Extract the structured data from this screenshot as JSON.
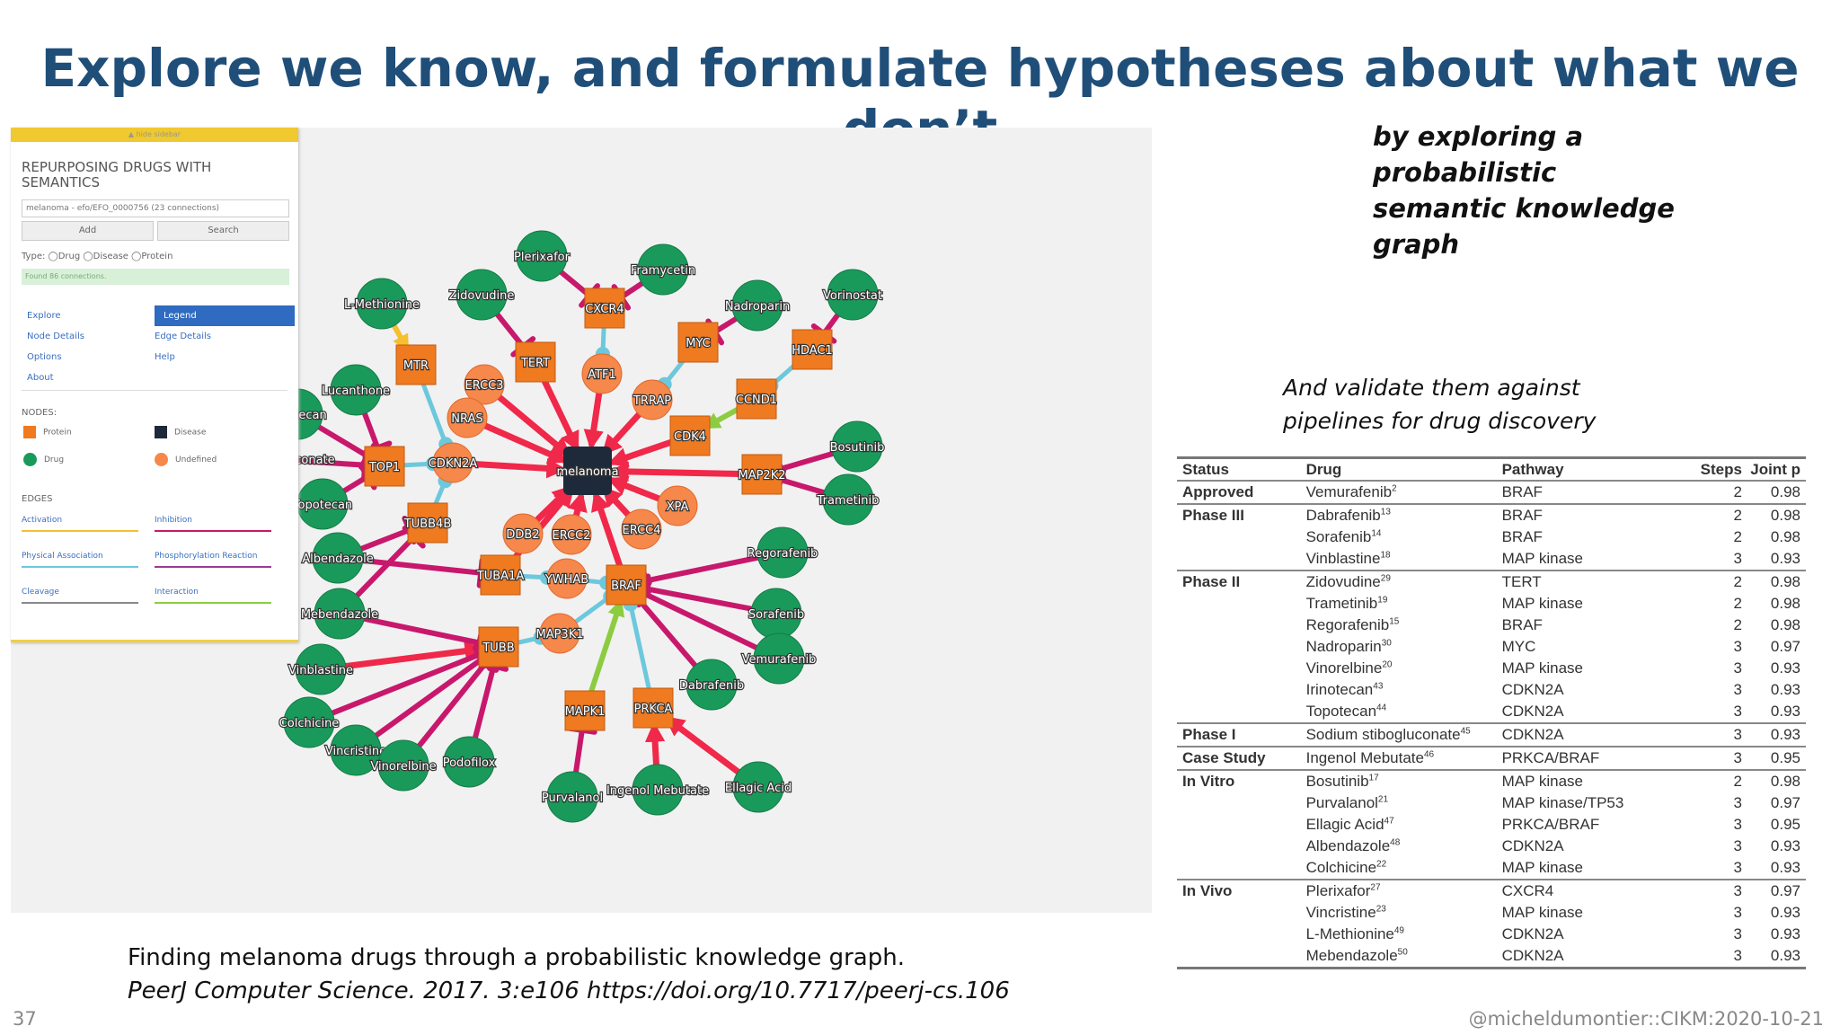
{
  "slide": {
    "title": "Explore we know, and formulate hypotheses about what we don’t",
    "subtitle_line1": "by exploring a probabilistic",
    "subtitle_line2": "semantic knowledge graph",
    "validate_line1": "And validate them against",
    "validate_line2": "pipelines for drug discovery",
    "citation_line1": "Finding melanoma drugs through a probabilistic knowledge graph.",
    "citation_line2": "PeerJ Computer Science. 2017. 3:e106 https://doi.org/10.7717/peerj-cs.106",
    "page_number": "37",
    "footer_handle": "@micheldumontier::CIKM:2020-10-21"
  },
  "app_panel": {
    "header_strip": "▲ hide sidebar",
    "heading": "REPURPOSING DRUGS WITH SEMANTICS",
    "search_value": "melanoma - efo/EFO_0000756 (23 connections)",
    "add_label": "Add",
    "search_label": "Search",
    "type_label": "Type:",
    "type_options": [
      "Drug",
      "Disease",
      "Protein"
    ],
    "found_text": "Found 86 connections.",
    "nav_left": [
      "Explore",
      "Node Details",
      "Options",
      "About"
    ],
    "nav_right": [
      "Legend",
      "Edge Details",
      "Help"
    ],
    "nodes_heading": "NODES:",
    "node_legend": [
      "Protein",
      "Disease",
      "Drug",
      "Undefined"
    ],
    "edges_heading": "EDGES",
    "edge_legend": [
      "Activation",
      "Inhibition",
      "Physical Association",
      "Phosphorylation Reaction",
      "Cleavage",
      "Interaction"
    ]
  },
  "graph": {
    "colors": {
      "protein": "#f07a20",
      "drug": "#1a9a5a",
      "disease": "#1e2a3a",
      "undefined": "#f5884a",
      "activation": "#f0284a",
      "inhibition": "#c8186c",
      "physical": "#6cc8dc",
      "yellow": "#f5c030",
      "green": "#8ccc40"
    },
    "nodes": [
      {
        "id": "melanoma",
        "label": "melanoma",
        "kind": "disease"
      },
      {
        "id": "CXCR4",
        "label": "CXCR4",
        "kind": "protein"
      },
      {
        "id": "MTR",
        "label": "MTR",
        "kind": "protein"
      },
      {
        "id": "TERT",
        "label": "TERT",
        "kind": "protein"
      },
      {
        "id": "MYC",
        "label": "MYC",
        "kind": "protein"
      },
      {
        "id": "HDAC1",
        "label": "HDAC1",
        "kind": "protein"
      },
      {
        "id": "CCND1",
        "label": "CCND1",
        "kind": "protein"
      },
      {
        "id": "CDK4",
        "label": "CDK4",
        "kind": "protein"
      },
      {
        "id": "TOP1",
        "label": "TOP1",
        "kind": "protein"
      },
      {
        "id": "MAP2K2",
        "label": "MAP2K2",
        "kind": "protein"
      },
      {
        "id": "TUBB4B",
        "label": "TUBB4B",
        "kind": "protein"
      },
      {
        "id": "TUBA1A",
        "label": "TUBA1A",
        "kind": "protein"
      },
      {
        "id": "BRAF",
        "label": "BRAF",
        "kind": "protein"
      },
      {
        "id": "TUBB",
        "label": "TUBB",
        "kind": "protein"
      },
      {
        "id": "MAPK1",
        "label": "MAPK1",
        "kind": "protein"
      },
      {
        "id": "PRKCA",
        "label": "PRKCA",
        "kind": "protein"
      },
      {
        "id": "ATF1",
        "label": "ATF1",
        "kind": "undefined"
      },
      {
        "id": "ERCC3",
        "label": "ERCC3",
        "kind": "undefined"
      },
      {
        "id": "NRAS",
        "label": "NRAS",
        "kind": "undefined"
      },
      {
        "id": "TRRAP",
        "label": "TRRAP",
        "kind": "undefined"
      },
      {
        "id": "CDKN2A",
        "label": "CDKN2A",
        "kind": "undefined"
      },
      {
        "id": "XPA",
        "label": "XPA",
        "kind": "undefined"
      },
      {
        "id": "DDB2",
        "label": "DDB2",
        "kind": "undefined"
      },
      {
        "id": "ERCC2",
        "label": "ERCC2",
        "kind": "undefined"
      },
      {
        "id": "ERCC4",
        "label": "ERCC4",
        "kind": "undefined"
      },
      {
        "id": "YWHAB",
        "label": "YWHAB",
        "kind": "undefined"
      },
      {
        "id": "MAP3K1",
        "label": "MAP3K1",
        "kind": "undefined"
      },
      {
        "id": "Plerixafor",
        "label": "Plerixafor",
        "kind": "drug"
      },
      {
        "id": "Framycetin",
        "label": "Framycetin",
        "kind": "drug"
      },
      {
        "id": "Zidovudine",
        "label": "Zidovudine",
        "kind": "drug"
      },
      {
        "id": "L-Methionine",
        "label": "L-Methionine",
        "kind": "drug"
      },
      {
        "id": "Nadroparin",
        "label": "Nadroparin",
        "kind": "drug"
      },
      {
        "id": "Vorinostat",
        "label": "Vorinostat",
        "kind": "drug"
      },
      {
        "id": "Lucanthone",
        "label": "Lucanthone",
        "kind": "drug"
      },
      {
        "id": "Irinotecan",
        "label": "Irinotecan",
        "kind": "drug"
      },
      {
        "id": "Sodium stibogluconate",
        "label": "Sodium stibogluconate",
        "kind": "drug"
      },
      {
        "id": "Topotecan",
        "label": "Topotecan",
        "kind": "drug"
      },
      {
        "id": "Bosutinib",
        "label": "Bosutinib",
        "kind": "drug"
      },
      {
        "id": "Trametinib",
        "label": "Trametinib",
        "kind": "drug"
      },
      {
        "id": "Albendazole",
        "label": "Albendazole",
        "kind": "drug"
      },
      {
        "id": "Mebendazole",
        "label": "Mebendazole",
        "kind": "drug"
      },
      {
        "id": "Regorafenib",
        "label": "Regorafenib",
        "kind": "drug"
      },
      {
        "id": "Sorafenib",
        "label": "Sorafenib",
        "kind": "drug"
      },
      {
        "id": "Vemurafenib",
        "label": "Vemurafenib",
        "kind": "drug"
      },
      {
        "id": "Dabrafenib",
        "label": "Dabrafenib",
        "kind": "drug"
      },
      {
        "id": "Vinblastine",
        "label": "Vinblastine",
        "kind": "drug"
      },
      {
        "id": "Colchicine",
        "label": "Colchicine",
        "kind": "drug"
      },
      {
        "id": "Vincristine",
        "label": "Vincristine",
        "kind": "drug"
      },
      {
        "id": "Vinorelbine",
        "label": "Vinorelbine",
        "kind": "drug"
      },
      {
        "id": "Podofilox",
        "label": "Podofilox",
        "kind": "drug"
      },
      {
        "id": "Purvalanol",
        "label": "Purvalanol",
        "kind": "drug"
      },
      {
        "id": "Ingenol Mebutate",
        "label": "Ingenol Mebutate",
        "kind": "drug"
      },
      {
        "id": "Ellagic Acid",
        "label": "Ellagic Acid",
        "kind": "drug"
      }
    ],
    "edges": [
      {
        "from": "Plerixafor",
        "to": "CXCR4",
        "type": "inhibition"
      },
      {
        "from": "Framycetin",
        "to": "CXCR4",
        "type": "inhibition"
      },
      {
        "from": "CXCR4",
        "to": "ATF1",
        "type": "physical"
      },
      {
        "from": "ATF1",
        "to": "melanoma",
        "type": "activation"
      },
      {
        "from": "Zidovudine",
        "to": "TERT",
        "type": "inhibition"
      },
      {
        "from": "TERT",
        "to": "melanoma",
        "type": "activation"
      },
      {
        "from": "L-Methionine",
        "to": "MTR",
        "type": "yellow"
      },
      {
        "from": "MTR",
        "to": "CDKN2A",
        "type": "physical"
      },
      {
        "from": "Nadroparin",
        "to": "MYC",
        "type": "inhibition"
      },
      {
        "from": "MYC",
        "to": "TRRAP",
        "type": "physical"
      },
      {
        "from": "TRRAP",
        "to": "melanoma",
        "type": "activation"
      },
      {
        "from": "Vorinostat",
        "to": "HDAC1",
        "type": "inhibition"
      },
      {
        "from": "HDAC1",
        "to": "CCND1",
        "type": "physical"
      },
      {
        "from": "CCND1",
        "to": "CDK4",
        "type": "green"
      },
      {
        "from": "CDK4",
        "to": "melanoma",
        "type": "activation"
      },
      {
        "from": "Lucanthone",
        "to": "TOP1",
        "type": "inhibition"
      },
      {
        "from": "Irinotecan",
        "to": "TOP1",
        "type": "inhibition"
      },
      {
        "from": "Sodium stibogluconate",
        "to": "TOP1",
        "type": "inhibition"
      },
      {
        "from": "Topotecan",
        "to": "TOP1",
        "type": "inhibition"
      },
      {
        "from": "TOP1",
        "to": "CDKN2A",
        "type": "physical"
      },
      {
        "from": "CDKN2A",
        "to": "melanoma",
        "type": "activation"
      },
      {
        "from": "ERCC3",
        "to": "melanoma",
        "type": "activation"
      },
      {
        "from": "NRAS",
        "to": "melanoma",
        "type": "activation"
      },
      {
        "from": "Bosutinib",
        "to": "MAP2K2",
        "type": "inhibition"
      },
      {
        "from": "Trametinib",
        "to": "MAP2K2",
        "type": "inhibition"
      },
      {
        "from": "MAP2K2",
        "to": "melanoma",
        "type": "activation"
      },
      {
        "from": "XPA",
        "to": "melanoma",
        "type": "activation"
      },
      {
        "from": "DDB2",
        "to": "melanoma",
        "type": "activation"
      },
      {
        "from": "ERCC2",
        "to": "melanoma",
        "type": "activation"
      },
      {
        "from": "ERCC4",
        "to": "melanoma",
        "type": "activation"
      },
      {
        "from": "TUBB4B",
        "to": "CDKN2A",
        "type": "physical"
      },
      {
        "from": "Albendazole",
        "to": "TUBB4B",
        "type": "inhibition"
      },
      {
        "from": "Mebendazole",
        "to": "TUBB4B",
        "type": "inhibition"
      },
      {
        "from": "Albendazole",
        "to": "TUBA1A",
        "type": "inhibition"
      },
      {
        "from": "TUBA1A",
        "to": "melanoma",
        "type": "activation"
      },
      {
        "from": "TUBA1A",
        "to": "YWHAB",
        "type": "physical"
      },
      {
        "from": "YWHAB",
        "to": "BRAF",
        "type": "physical"
      },
      {
        "from": "BRAF",
        "to": "melanoma",
        "type": "activation"
      },
      {
        "from": "Regorafenib",
        "to": "BRAF",
        "type": "inhibition"
      },
      {
        "from": "Sorafenib",
        "to": "BRAF",
        "type": "inhibition"
      },
      {
        "from": "Vemurafenib",
        "to": "BRAF",
        "type": "inhibition"
      },
      {
        "from": "Dabrafenib",
        "to": "BRAF",
        "type": "inhibition"
      },
      {
        "from": "MAP3K1",
        "to": "BRAF",
        "type": "physical"
      },
      {
        "from": "TUBB",
        "to": "MAP3K1",
        "type": "physical"
      },
      {
        "from": "Vinblastine",
        "to": "TUBB",
        "type": "activation"
      },
      {
        "from": "Colchicine",
        "to": "TUBB",
        "type": "inhibition"
      },
      {
        "from": "Vincristine",
        "to": "TUBB",
        "type": "inhibition"
      },
      {
        "from": "Vinorelbine",
        "to": "TUBB",
        "type": "inhibition"
      },
      {
        "from": "Podofilox",
        "to": "TUBB",
        "type": "inhibition"
      },
      {
        "from": "Mebendazole",
        "to": "TUBB",
        "type": "inhibition"
      },
      {
        "from": "MAPK1",
        "to": "BRAF",
        "type": "green"
      },
      {
        "from": "PRKCA",
        "to": "BRAF",
        "type": "physical"
      },
      {
        "from": "Purvalanol",
        "to": "MAPK1",
        "type": "inhibition"
      },
      {
        "from": "Ingenol Mebutate",
        "to": "PRKCA",
        "type": "activation"
      },
      {
        "from": "Ellagic Acid",
        "to": "PRKCA",
        "type": "activation"
      }
    ]
  },
  "table": {
    "headers": [
      "Status",
      "Drug",
      "Pathway",
      "Steps",
      "Joint p"
    ],
    "rows": [
      {
        "status": "Approved",
        "drug": "Vemurafenib",
        "ref": "2",
        "pathway": "BRAF",
        "steps": "2",
        "p": "0.98",
        "group_start": true
      },
      {
        "status": "Phase III",
        "drug": "Dabrafenib",
        "ref": "13",
        "pathway": "BRAF",
        "steps": "2",
        "p": "0.98",
        "group_start": true
      },
      {
        "status": "",
        "drug": "Sorafenib",
        "ref": "14",
        "pathway": "BRAF",
        "steps": "2",
        "p": "0.98"
      },
      {
        "status": "",
        "drug": "Vinblastine",
        "ref": "18",
        "pathway": "MAP kinase",
        "steps": "3",
        "p": "0.93"
      },
      {
        "status": "Phase II",
        "drug": "Zidovudine",
        "ref": "29",
        "pathway": "TERT",
        "steps": "2",
        "p": "0.98",
        "group_start": true
      },
      {
        "status": "",
        "drug": "Trametinib",
        "ref": "19",
        "pathway": "MAP kinase",
        "steps": "2",
        "p": "0.98"
      },
      {
        "status": "",
        "drug": "Regorafenib",
        "ref": "15",
        "pathway": "BRAF",
        "steps": "2",
        "p": "0.98"
      },
      {
        "status": "",
        "drug": "Nadroparin",
        "ref": "30",
        "pathway": "MYC",
        "steps": "3",
        "p": "0.97"
      },
      {
        "status": "",
        "drug": "Vinorelbine",
        "ref": "20",
        "pathway": "MAP kinase",
        "steps": "3",
        "p": "0.93"
      },
      {
        "status": "",
        "drug": "Irinotecan",
        "ref": "43",
        "pathway": "CDKN2A",
        "steps": "3",
        "p": "0.93"
      },
      {
        "status": "",
        "drug": "Topotecan",
        "ref": "44",
        "pathway": "CDKN2A",
        "steps": "3",
        "p": "0.93"
      },
      {
        "status": "Phase I",
        "drug": "Sodium stibogluconate",
        "ref": "45",
        "pathway": "CDKN2A",
        "steps": "3",
        "p": "0.93",
        "group_start": true
      },
      {
        "status": "Case Study",
        "drug": "Ingenol Mebutate",
        "ref": "46",
        "pathway": "PRKCA/BRAF",
        "steps": "3",
        "p": "0.95",
        "group_start": true
      },
      {
        "status": "In Vitro",
        "drug": "Bosutinib",
        "ref": "17",
        "pathway": "MAP kinase",
        "steps": "2",
        "p": "0.98",
        "group_start": true
      },
      {
        "status": "",
        "drug": "Purvalanol",
        "ref": "21",
        "pathway": "MAP kinase/TP53",
        "steps": "3",
        "p": "0.97"
      },
      {
        "status": "",
        "drug": "Ellagic Acid",
        "ref": "47",
        "pathway": "PRKCA/BRAF",
        "steps": "3",
        "p": "0.95"
      },
      {
        "status": "",
        "drug": "Albendazole",
        "ref": "48",
        "pathway": "CDKN2A",
        "steps": "3",
        "p": "0.93"
      },
      {
        "status": "",
        "drug": "Colchicine",
        "ref": "22",
        "pathway": "MAP kinase",
        "steps": "3",
        "p": "0.93"
      },
      {
        "status": "In Vivo",
        "drug": "Plerixafor",
        "ref": "27",
        "pathway": "CXCR4",
        "steps": "3",
        "p": "0.97",
        "group_start": true
      },
      {
        "status": "",
        "drug": "Vincristine",
        "ref": "23",
        "pathway": "MAP kinase",
        "steps": "3",
        "p": "0.93"
      },
      {
        "status": "",
        "drug": "L-Methionine",
        "ref": "49",
        "pathway": "CDKN2A",
        "steps": "3",
        "p": "0.93"
      },
      {
        "status": "",
        "drug": "Mebendazole",
        "ref": "50",
        "pathway": "CDKN2A",
        "steps": "3",
        "p": "0.93"
      }
    ]
  }
}
